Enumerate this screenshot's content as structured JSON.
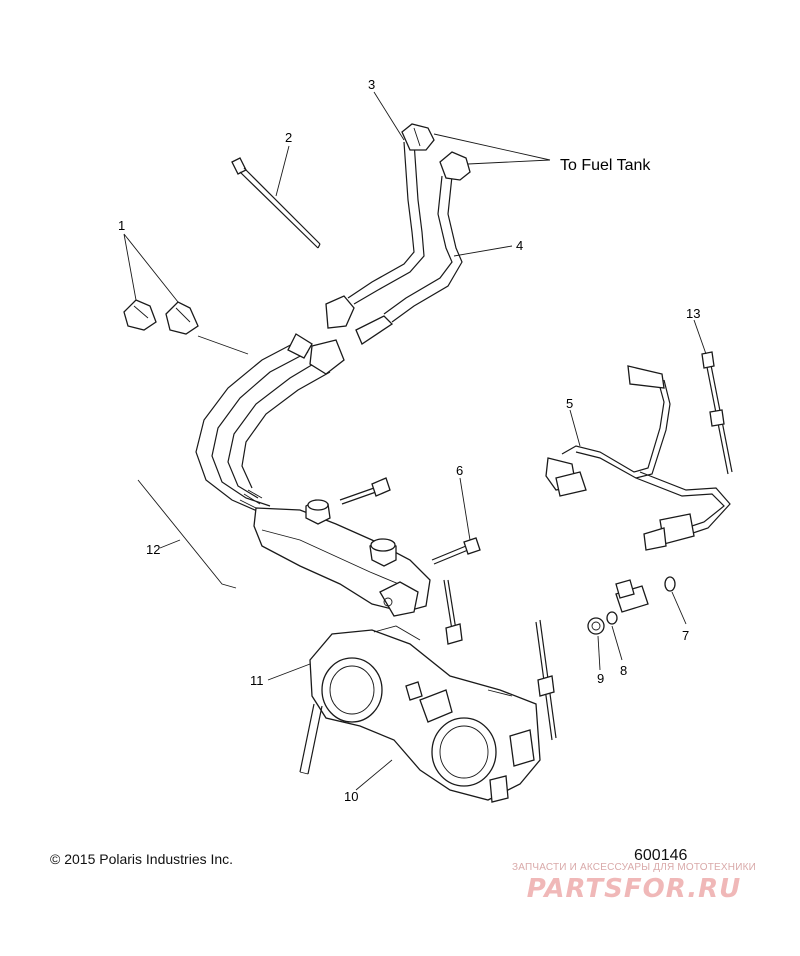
{
  "callouts": {
    "c1": "1",
    "c2": "2",
    "c3": "3",
    "c4": "4",
    "c5": "5",
    "c6": "6",
    "c7": "7",
    "c8": "8",
    "c9": "9",
    "c10": "10",
    "c11": "11",
    "c12": "12",
    "c13": "13"
  },
  "annotation": {
    "to_fuel_tank": "To Fuel Tank"
  },
  "footer": {
    "copyright": "© 2015 Polaris Industries Inc.",
    "drawing_number": "600146"
  },
  "watermark": {
    "tagline": "ЗАПЧАСТИ И АКСЕССУАРЫ ДЛЯ МОТОТЕХНИКИ",
    "brand": "PARTSFOR.RU",
    "color": "#f0b8b8"
  }
}
